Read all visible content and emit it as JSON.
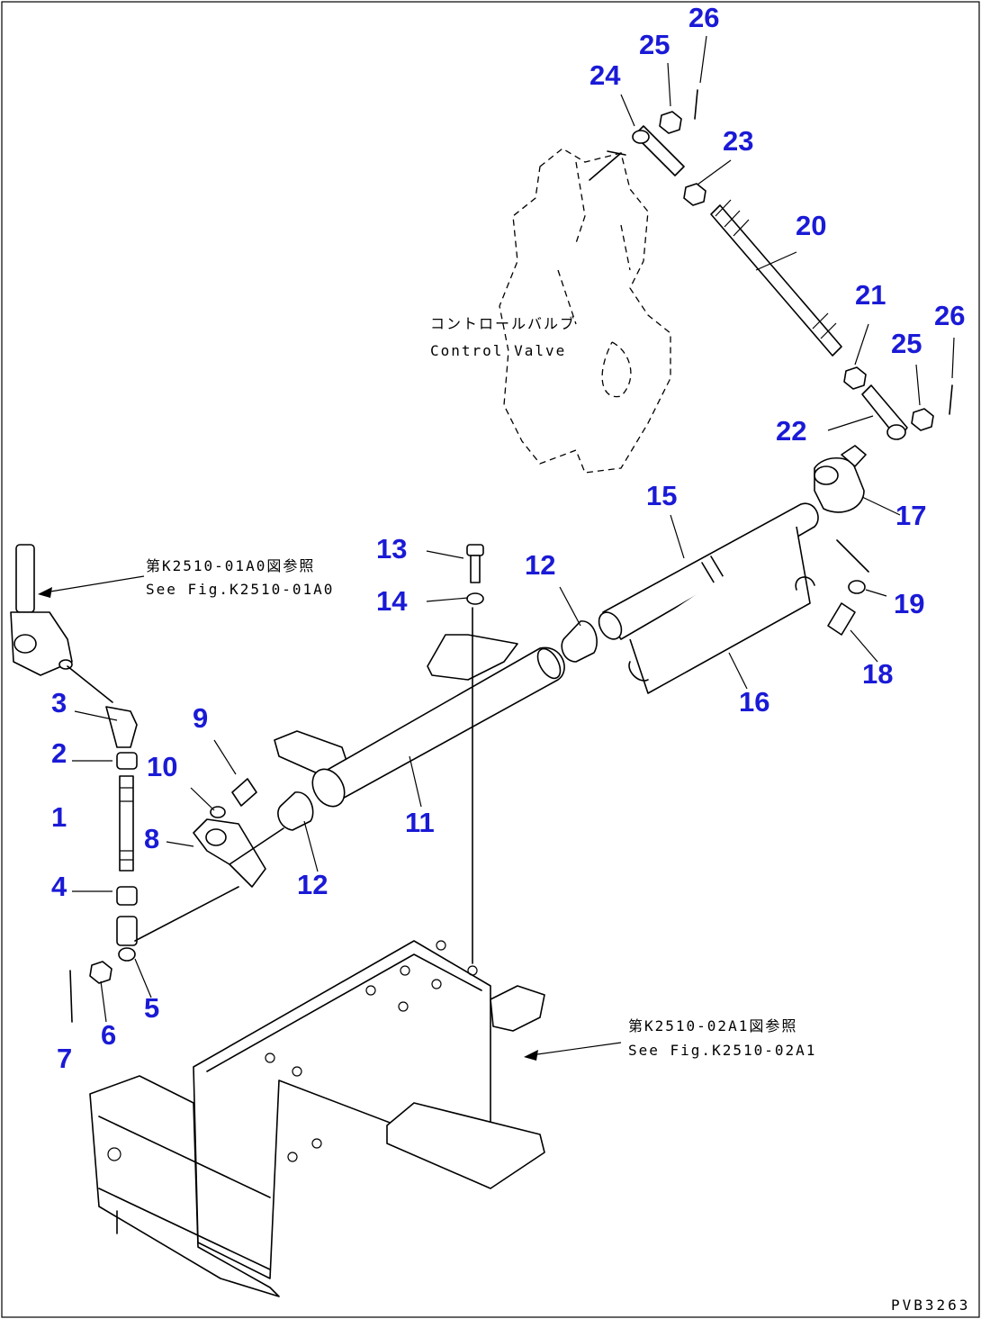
{
  "callouts": [
    "1",
    "2",
    "3",
    "4",
    "5",
    "6",
    "7",
    "8",
    "9",
    "10",
    "11",
    "12",
    "12",
    "13",
    "14",
    "15",
    "16",
    "17",
    "18",
    "19",
    "20",
    "21",
    "22",
    "23",
    "24",
    "25",
    "25",
    "26",
    "26"
  ],
  "notes": {
    "control_valve_jp": "コントロールバルブ",
    "control_valve_en": "Control Valve",
    "ref_top_jp": "第K2510-01A0図参照",
    "ref_top_en": "See Fig.K2510-01A0",
    "ref_bottom_jp": "第K2510-02A1図参照",
    "ref_bottom_en": "See Fig.K2510-02A1"
  },
  "drawing_code": "PVB3263",
  "colors": {
    "callout": "#1a1ad6",
    "line": "#000000",
    "background": "#ffffff"
  }
}
